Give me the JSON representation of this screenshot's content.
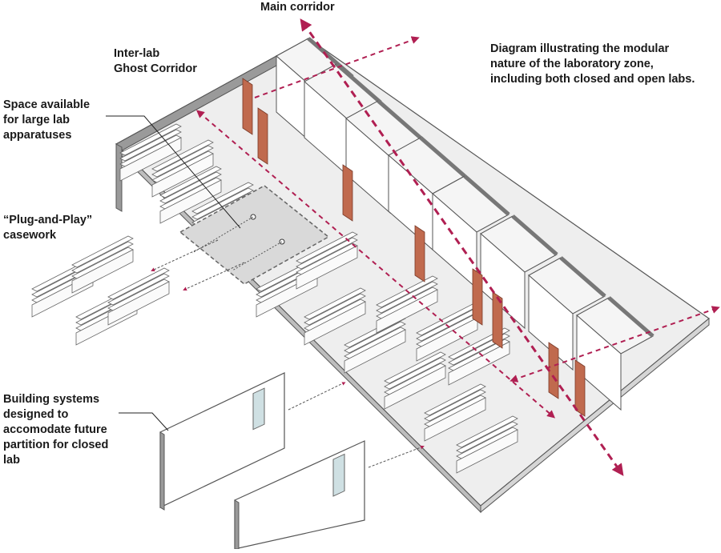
{
  "labels": {
    "main_corridor": "Main corridor",
    "ghost_corridor": "Inter-lab\nGhost Corridor",
    "description": "Diagram illustrating the modular\nnature of the laboratory zone,\nincluding both closed and open labs.",
    "space_available": "Space available\nfor large lab\napparatuses",
    "plug_and_play": "“Plug-and-Play”\ncasework",
    "building_systems": "Building systems\ndesigned to\naccomodate future\npartition for closed\nlab"
  },
  "colors": {
    "corridor_arrow": "#b01f52",
    "accent_wall": "#c06a4e",
    "wall_fill": "#ffffff",
    "floor": "#eeeeee",
    "line": "#555555",
    "glass": "#cfe0e3"
  },
  "icons": {
    "corridor_arrow": "dashed-double-arrow-icon",
    "callout": "leader-line-icon"
  }
}
